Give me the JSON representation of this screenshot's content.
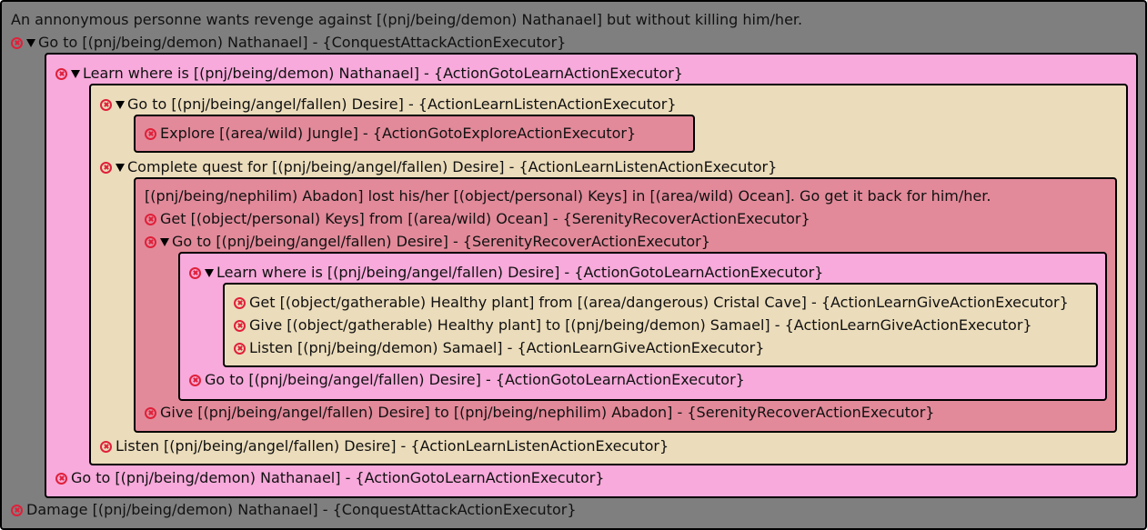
{
  "tree": {
    "description": "An annonymous personne wants revenge against [(pnj/being/demon) Nathanael] but without killing him/her.",
    "goto_nathanael_conquest": "Go to [(pnj/being/demon) Nathanael] - {ConquestAttackActionExecutor}",
    "learn_where_nathanael": "Learn where is [(pnj/being/demon) Nathanael] - {ActionGotoLearnActionExecutor}",
    "goto_desire_listen": "Go to [(pnj/being/angel/fallen) Desire] - {ActionLearnListenActionExecutor}",
    "explore_jungle": "Explore [(area/wild) Jungle] - {ActionGotoExploreActionExecutor}",
    "complete_quest_desire": "Complete quest for [(pnj/being/angel/fallen) Desire] - {ActionLearnListenActionExecutor}",
    "quest_description": "[(pnj/being/nephilim) Abadon] lost his/her [(object/personal) Keys] in [(area/wild) Ocean]. Go get it back for him/her.",
    "get_keys": "Get [(object/personal) Keys] from [(area/wild) Ocean] - {SerenityRecoverActionExecutor}",
    "goto_desire_serenity": "Go to [(pnj/being/angel/fallen) Desire] - {SerenityRecoverActionExecutor}",
    "learn_where_desire": "Learn where is [(pnj/being/angel/fallen) Desire] - {ActionGotoLearnActionExecutor}",
    "get_plant": "Get [(object/gatherable) Healthy plant] from [(area/dangerous) Cristal Cave] - {ActionLearnGiveActionExecutor}",
    "give_plant": "Give [(object/gatherable) Healthy plant] to [(pnj/being/demon) Samael] - {ActionLearnGiveActionExecutor}",
    "listen_samael": "Listen [(pnj/being/demon) Samael] - {ActionLearnGiveActionExecutor}",
    "goto_desire_learn": "Go to [(pnj/being/angel/fallen) Desire] - {ActionGotoLearnActionExecutor}",
    "give_desire_abadon": "Give [(pnj/being/angel/fallen) Desire] to [(pnj/being/nephilim) Abadon] - {SerenityRecoverActionExecutor}",
    "listen_desire": "Listen [(pnj/being/angel/fallen) Desire] - {ActionLearnListenActionExecutor}",
    "goto_nathanael_learn": "Go to [(pnj/being/demon) Nathanael] - {ActionGotoLearnActionExecutor}",
    "damage_nathanael": "Damage [(pnj/being/demon) Nathanael] - {ConquestAttackActionExecutor}"
  },
  "colors": {
    "root_bg": "#7f7f7f",
    "level_pink": "#f7aadb",
    "level_tan": "#ebdcbb",
    "level_rose": "#e28a9a",
    "remove_icon": "#e0203a"
  },
  "icons": {
    "remove": "remove-circle-icon",
    "collapse": "collapse-triangle-icon"
  }
}
